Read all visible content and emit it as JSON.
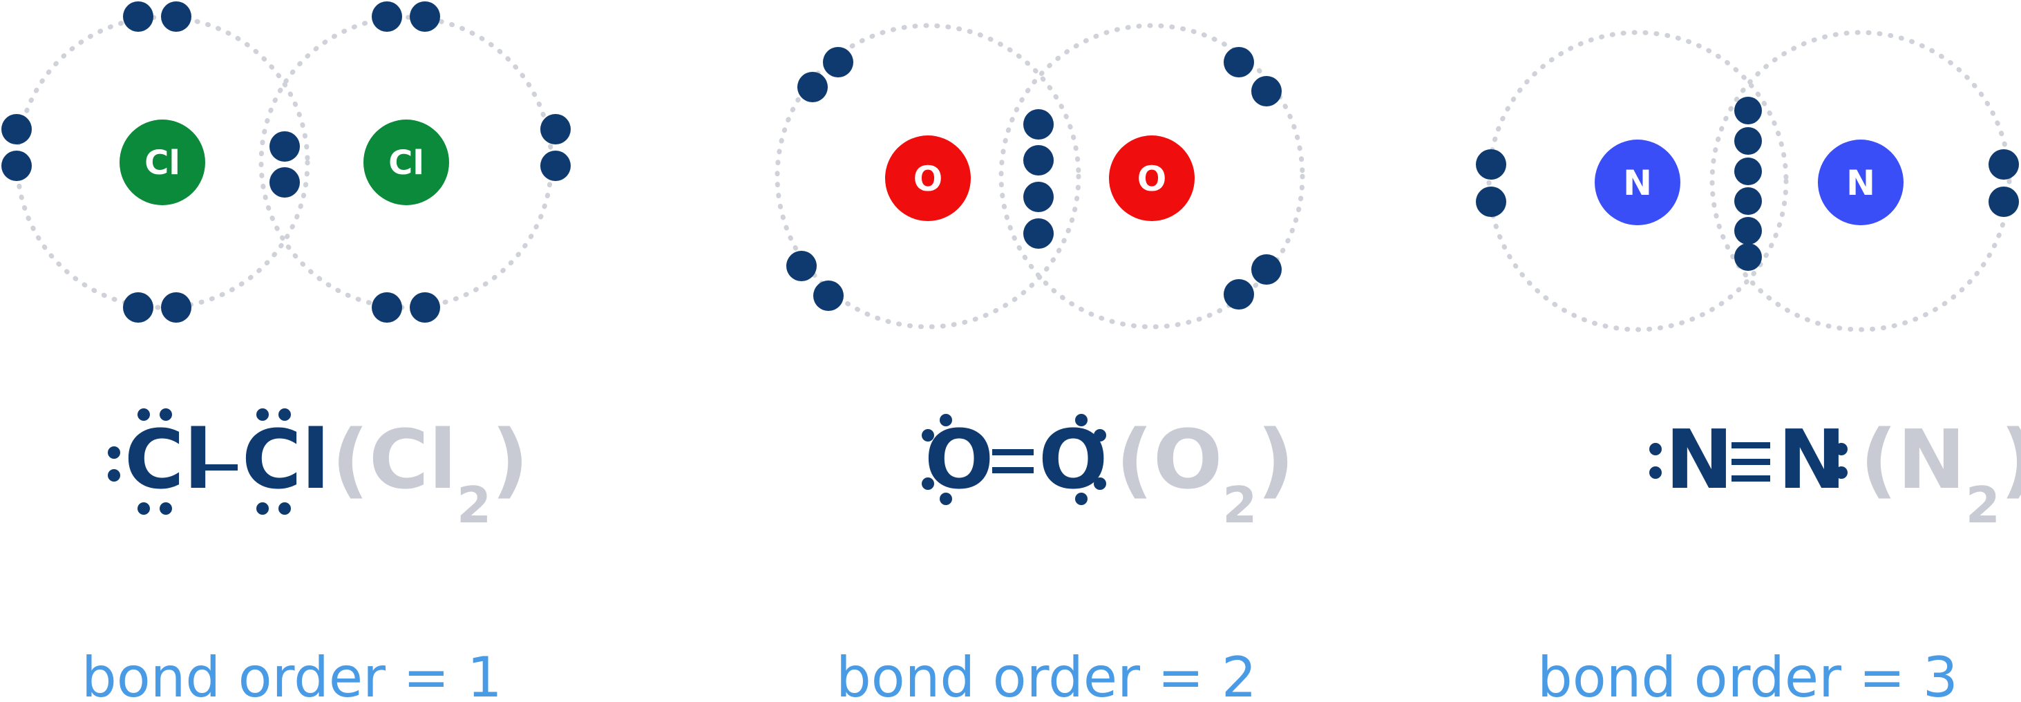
{
  "colors": {
    "electron": "#0e3a6f",
    "shell": "#cfd2d8",
    "chlorine": "#0a8a3a",
    "oxygen": "#f00d0d",
    "nitrogen": "#3a4ef7",
    "formula": "#0e3a6f",
    "formula_gray": "#c8cbd3",
    "bond_order_text": "#4a9be5"
  },
  "molecules": [
    {
      "id": "cl2",
      "atom_symbol": "Cl",
      "atom_color_key": "chlorine",
      "bond_order_text": "bond order = 1",
      "formula_name": "Cl",
      "formula_subscript": "2"
    },
    {
      "id": "o2",
      "atom_symbol": "O",
      "atom_color_key": "oxygen",
      "bond_order_text": "bond order = 2",
      "formula_name": "O",
      "formula_subscript": "2"
    },
    {
      "id": "n2",
      "atom_symbol": "N",
      "atom_color_key": "nitrogen",
      "bond_order_text": "bond order = 3",
      "formula_name": "N",
      "formula_subscript": "2"
    }
  ]
}
